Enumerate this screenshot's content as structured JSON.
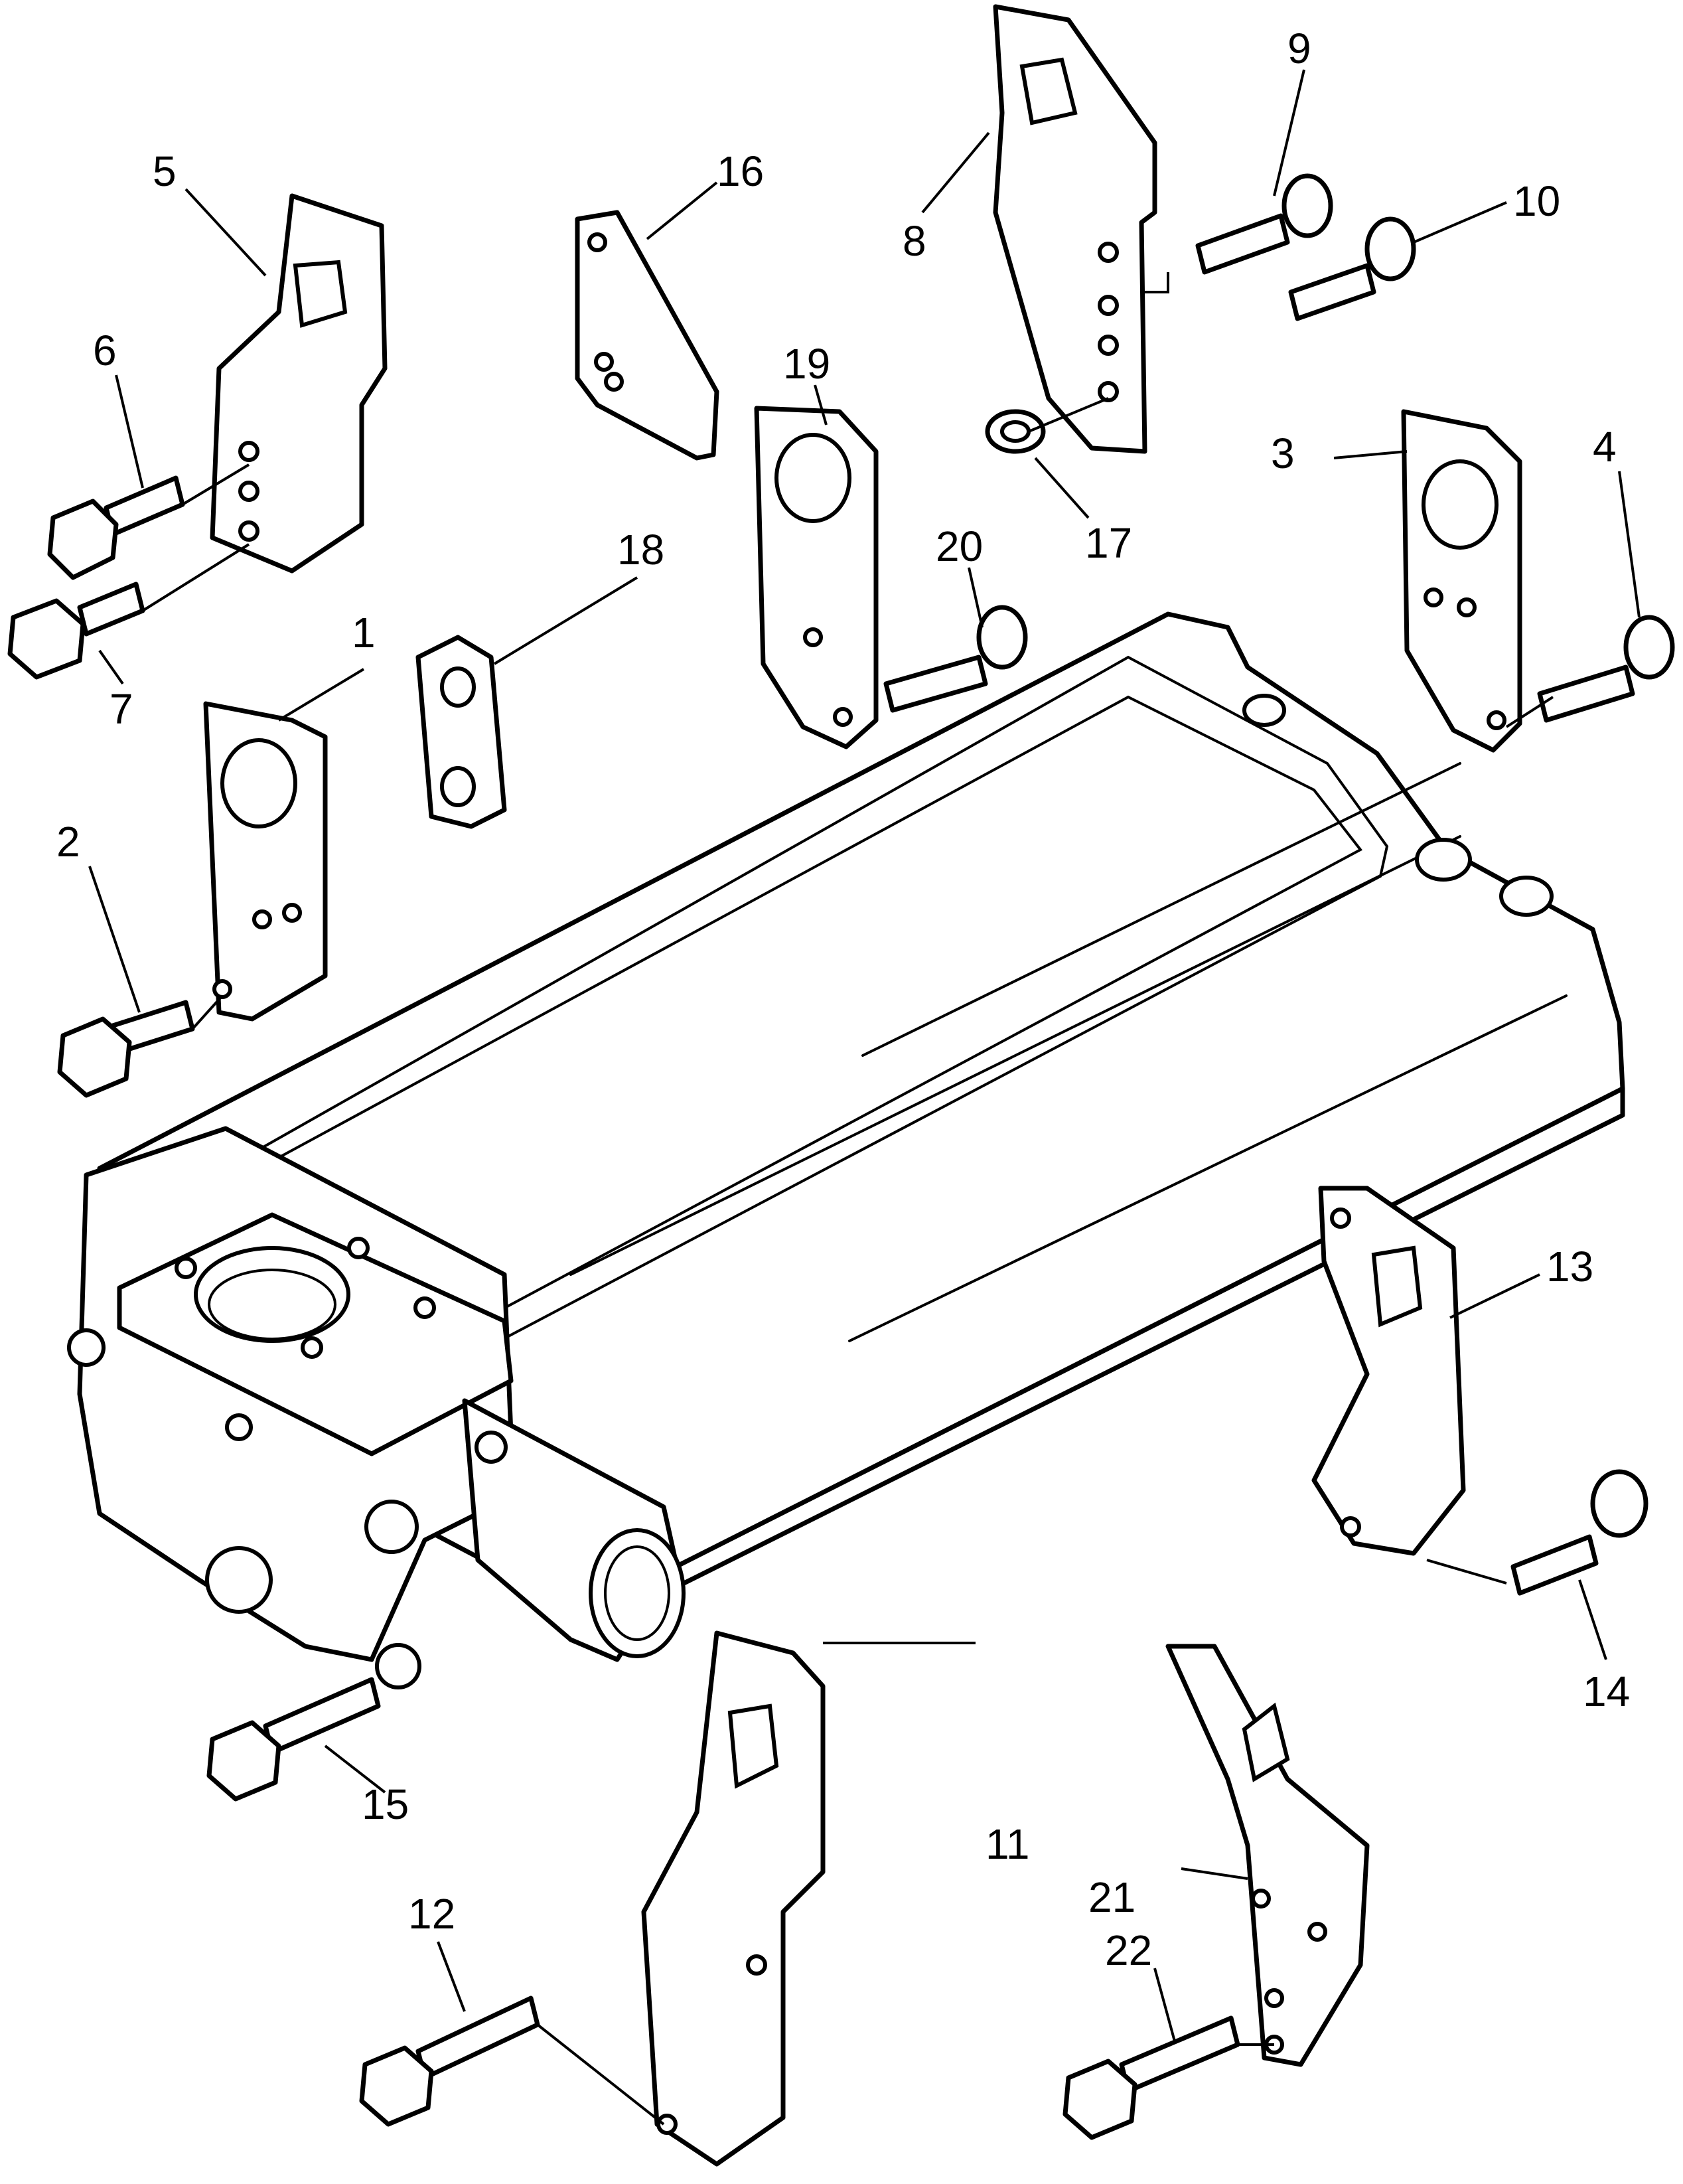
{
  "colors": {
    "ink": "#000000",
    "paper": "#ffffff"
  },
  "callouts": [
    "1",
    "2",
    "3",
    "4",
    "5",
    "6",
    "7",
    "8",
    "9",
    "10",
    "11",
    "12",
    "13",
    "14",
    "15",
    "16",
    "17",
    "18",
    "19",
    "20",
    "21",
    "22"
  ]
}
